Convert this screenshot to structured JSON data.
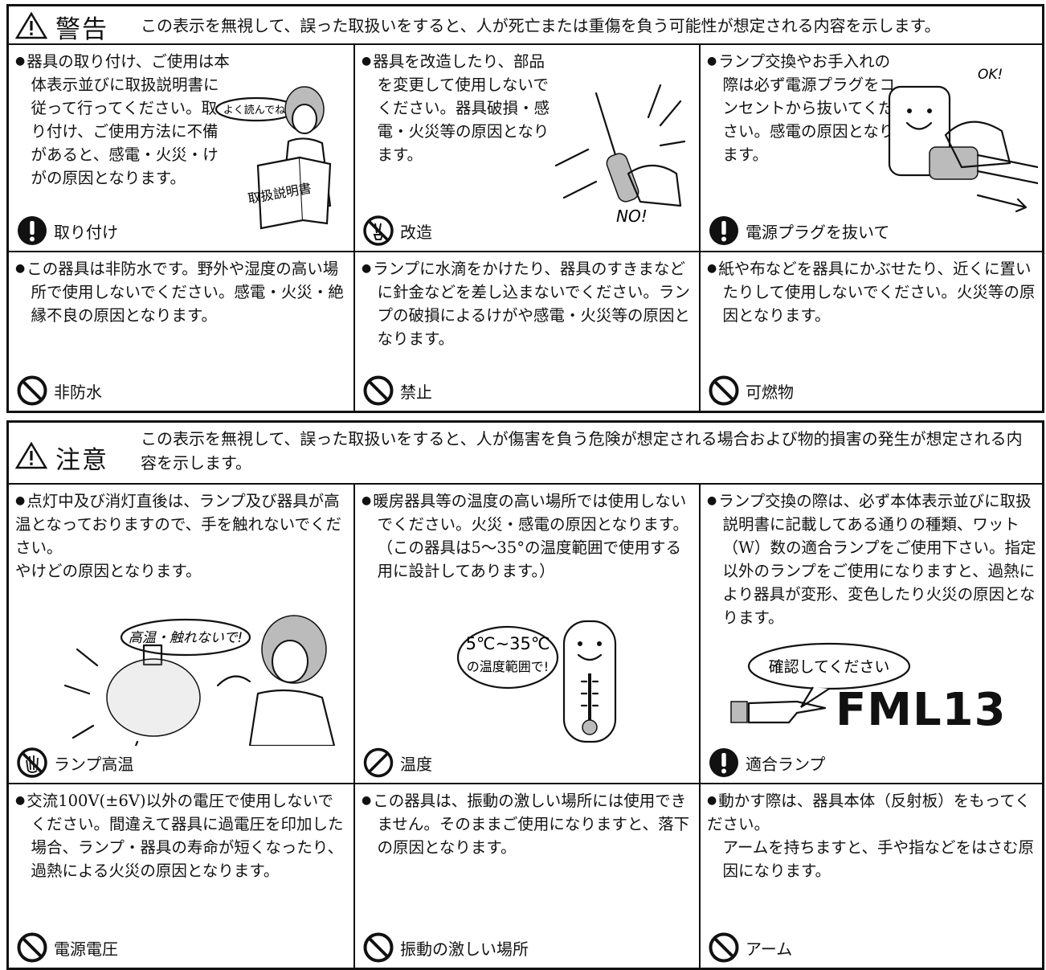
{
  "warning": {
    "title": "警告",
    "description": "この表示を無視して、誤った取扱いをすると、人が死亡または重傷を負う可能性が想定される内容を示します。",
    "items": [
      {
        "text": "器具の取り付け、ご使用は本体表示並びに取扱説明書に従って行ってください。取り付け、ご使用方法に不備があると、感電・火災・けがの原因となります。",
        "label": "取り付け",
        "icon": "exclamation-icon",
        "bubble": "よく読んでね!",
        "book_text": "取扱説明書"
      },
      {
        "text": "器具を改造したり、部品を変更して使用しないでください。器具破損・感電・火災等の原因となります。",
        "label": "改造",
        "icon": "no-disassembly-icon",
        "bubble": "NO!"
      },
      {
        "text": "ランプ交換やお手入れの際は必ず電源プラグをコンセントから抜いてください。感電の原因となります。",
        "label": "電源プラグを抜いて",
        "icon": "exclamation-icon",
        "bubble": "OK!"
      },
      {
        "text": "この器具は非防水です。野外や湿度の高い場所で使用しないでください。感電・火災・絶縁不良の原因となります。",
        "label": "非防水",
        "icon": "prohibition-icon"
      },
      {
        "text": "ランプに水滴をかけたり、器具のすきまなどに針金などを差し込まないでください。ランプの破損によるけがや感電・火災等の原因となります。",
        "label": "禁止",
        "icon": "prohibition-icon"
      },
      {
        "text": "紙や布などを器具にかぶせたり、近くに置いたりして使用しないでください。火災等の原因となります。",
        "label": "可燃物",
        "icon": "prohibition-icon"
      }
    ]
  },
  "caution": {
    "title": "注意",
    "description": "この表示を無視して、誤った取扱いをすると、人が傷害を負う危険が想定される場合および物的損害の発生が想定される内容を示します。",
    "items": [
      {
        "text": "点灯中及び消灯直後は、ランプ及び器具が高温となっておりますので、手を触れないでください。",
        "text2": "やけどの原因となります。",
        "label": "ランプ高温",
        "icon": "no-touch-icon",
        "bubble": "高温・触れないで!"
      },
      {
        "text": "暖房器具等の温度の高い場所では使用しないでください。火災・感電の原因となります。（この器具は5～35°の温度範囲で使用する用に設計してあります。）",
        "label": "温度",
        "icon": "slash-circle-icon",
        "bubble1": "5℃~35℃",
        "bubble2": "の温度範囲で!"
      },
      {
        "text": "ランプ交換の際は、必ず本体表示並びに取扱説明書に記載してある通りの種類、ワット（W）数の適合ランプをご使用下さい。指定以外のランプをご使用になりますと、過熱により器具が変形、変色したり火災の原因となります。",
        "label": "適合ランプ",
        "icon": "exclamation-icon",
        "bubble": "確認してください",
        "model": "FML13"
      },
      {
        "text": "交流100V(±6V)以外の電圧で使用しないでください。間違えて器具に過電圧を印加した場合、ランプ・器具の寿命が短くなったり、過熱による火災の原因となります。",
        "label": "電源電圧",
        "icon": "prohibition-icon"
      },
      {
        "text": "この器具は、振動の激しい場所には使用できません。そのままご使用になりますと、落下の原因となります。",
        "label": "振動の激しい場所",
        "icon": "prohibition-icon"
      },
      {
        "text": "動かす際は、器具本体（反射板）をもってください。",
        "text2": "アームを持ちますと、手や指などをはさむ原因になります。",
        "label": "アーム",
        "icon": "prohibition-icon"
      }
    ]
  }
}
